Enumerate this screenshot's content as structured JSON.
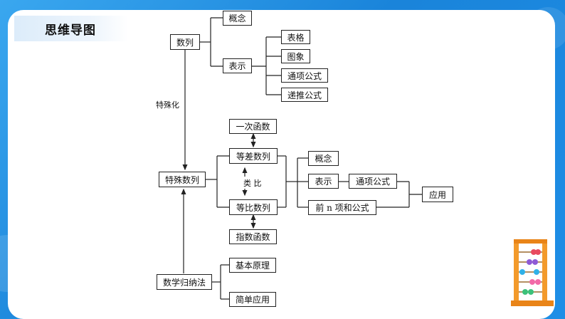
{
  "header": {
    "title": "思维导图"
  },
  "nodes": {
    "sequence": "数列",
    "concept": "概念",
    "representation": "表示",
    "table": "表格",
    "graph": "图象",
    "general_formula": "通项公式",
    "recursive_formula": "递推公式",
    "special_sequence": "特殊数列",
    "linear_function": "一次函数",
    "arithmetic": "等差数列",
    "geometric": "等比数列",
    "exponential_function": "指数函数",
    "concept2": "概念",
    "representation2": "表示",
    "general_formula2": "通项公式",
    "sum_formula": "前 n 项和公式",
    "application": "应用",
    "induction": "数学归纳法",
    "basic_principle": "基本原理",
    "simple_application": "简单应用"
  },
  "edge_labels": {
    "specialization": "特殊化",
    "analogy": "类  比"
  }
}
